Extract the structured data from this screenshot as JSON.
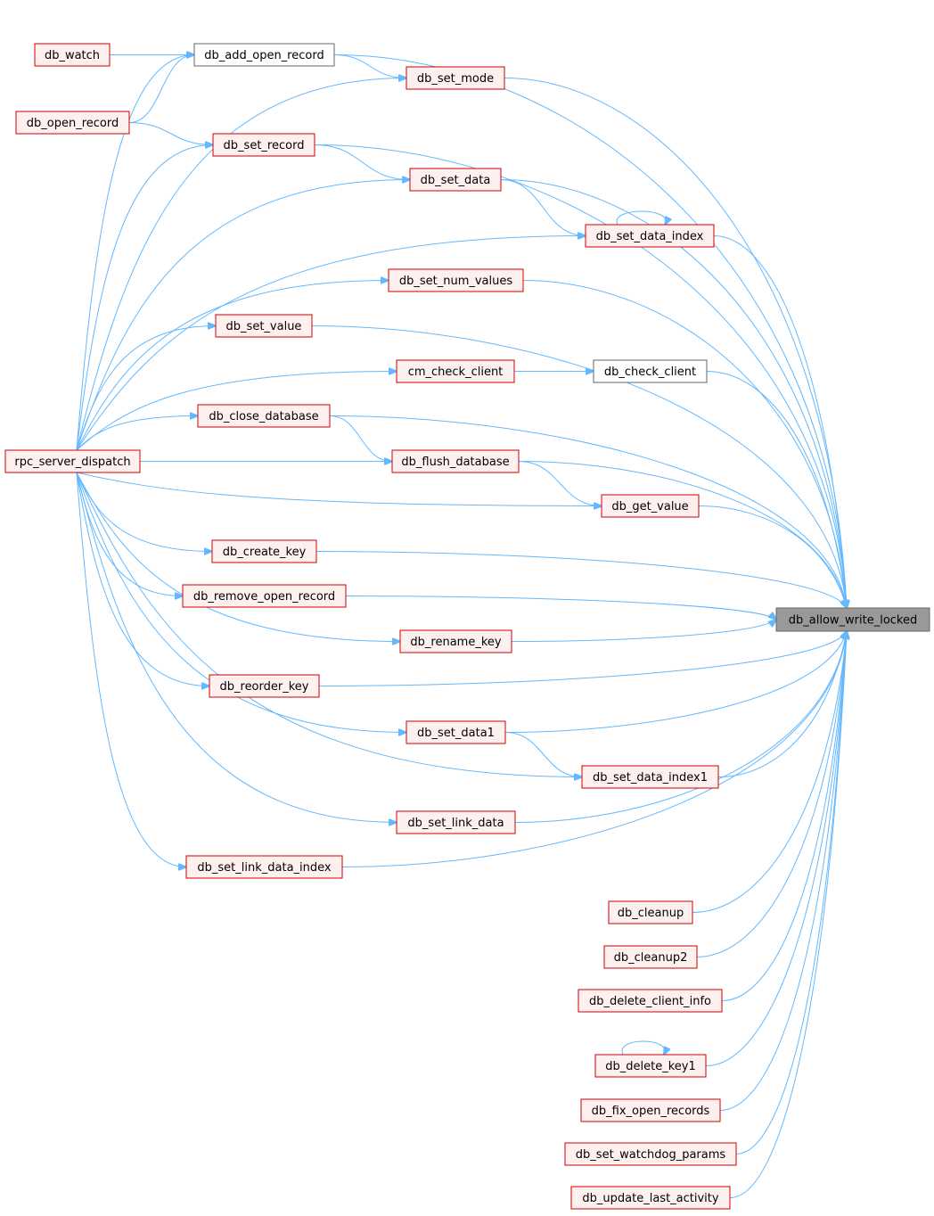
{
  "colors": {
    "edge": "#63b8ff",
    "red_border": "#cc0000",
    "red_fill": "#fff0f0",
    "gray_border": "#666666",
    "white_fill": "#ffffff",
    "focus_fill": "#999999",
    "focus_border": "#666666"
  },
  "nodes": [
    {
      "id": "db_watch",
      "label": "db_watch",
      "style": "red"
    },
    {
      "id": "db_open_record",
      "label": "db_open_record",
      "style": "red"
    },
    {
      "id": "rpc_server_dispatch",
      "label": "rpc_server_dispatch",
      "style": "red"
    },
    {
      "id": "db_add_open_record",
      "label": "db_add_open_record",
      "style": "gray"
    },
    {
      "id": "db_set_record",
      "label": "db_set_record",
      "style": "red"
    },
    {
      "id": "db_set_value",
      "label": "db_set_value",
      "style": "red"
    },
    {
      "id": "db_close_database",
      "label": "db_close_database",
      "style": "red"
    },
    {
      "id": "db_create_key",
      "label": "db_create_key",
      "style": "red"
    },
    {
      "id": "db_remove_open_record",
      "label": "db_remove_open_record",
      "style": "red"
    },
    {
      "id": "db_reorder_key",
      "label": "db_reorder_key",
      "style": "red"
    },
    {
      "id": "db_set_link_data_index",
      "label": "db_set_link_data_index",
      "style": "red"
    },
    {
      "id": "db_set_mode",
      "label": "db_set_mode",
      "style": "red"
    },
    {
      "id": "db_set_data",
      "label": "db_set_data",
      "style": "red"
    },
    {
      "id": "db_set_num_values",
      "label": "db_set_num_values",
      "style": "red"
    },
    {
      "id": "cm_check_client",
      "label": "cm_check_client",
      "style": "red"
    },
    {
      "id": "db_flush_database",
      "label": "db_flush_database",
      "style": "red"
    },
    {
      "id": "db_rename_key",
      "label": "db_rename_key",
      "style": "red"
    },
    {
      "id": "db_set_data1",
      "label": "db_set_data1",
      "style": "red"
    },
    {
      "id": "db_set_link_data",
      "label": "db_set_link_data",
      "style": "red"
    },
    {
      "id": "db_set_data_index",
      "label": "db_set_data_index",
      "style": "red"
    },
    {
      "id": "db_check_client",
      "label": "db_check_client",
      "style": "gray"
    },
    {
      "id": "db_get_value",
      "label": "db_get_value",
      "style": "red"
    },
    {
      "id": "db_set_data_index1",
      "label": "db_set_data_index1",
      "style": "red"
    },
    {
      "id": "db_cleanup",
      "label": "db_cleanup",
      "style": "red"
    },
    {
      "id": "db_cleanup2",
      "label": "db_cleanup2",
      "style": "red"
    },
    {
      "id": "db_delete_client_info",
      "label": "db_delete_client_info",
      "style": "red"
    },
    {
      "id": "db_delete_key1",
      "label": "db_delete_key1",
      "style": "red"
    },
    {
      "id": "db_fix_open_records",
      "label": "db_fix_open_records",
      "style": "red"
    },
    {
      "id": "db_set_watchdog_params",
      "label": "db_set_watchdog_params",
      "style": "red"
    },
    {
      "id": "db_update_last_activity",
      "label": "db_update_last_activity",
      "style": "red"
    },
    {
      "id": "db_allow_write_locked",
      "label": "db_allow_write_locked",
      "style": "focus"
    }
  ],
  "edges": [
    {
      "from": "db_add_open_record",
      "to": "db_allow_write_locked"
    },
    {
      "from": "db_set_mode",
      "to": "db_allow_write_locked"
    },
    {
      "from": "db_set_record",
      "to": "db_allow_write_locked"
    },
    {
      "from": "db_set_data",
      "to": "db_allow_write_locked"
    },
    {
      "from": "db_set_data_index",
      "to": "db_allow_write_locked"
    },
    {
      "from": "db_set_num_values",
      "to": "db_allow_write_locked"
    },
    {
      "from": "db_set_value",
      "to": "db_allow_write_locked"
    },
    {
      "from": "db_check_client",
      "to": "db_allow_write_locked"
    },
    {
      "from": "db_close_database",
      "to": "db_allow_write_locked"
    },
    {
      "from": "db_flush_database",
      "to": "db_allow_write_locked"
    },
    {
      "from": "db_get_value",
      "to": "db_allow_write_locked"
    },
    {
      "from": "db_create_key",
      "to": "db_allow_write_locked"
    },
    {
      "from": "db_remove_open_record",
      "to": "db_allow_write_locked"
    },
    {
      "from": "db_rename_key",
      "to": "db_allow_write_locked"
    },
    {
      "from": "db_reorder_key",
      "to": "db_allow_write_locked"
    },
    {
      "from": "db_set_data1",
      "to": "db_allow_write_locked"
    },
    {
      "from": "db_set_data_index1",
      "to": "db_allow_write_locked"
    },
    {
      "from": "db_set_link_data",
      "to": "db_allow_write_locked"
    },
    {
      "from": "db_set_link_data_index",
      "to": "db_allow_write_locked"
    },
    {
      "from": "db_cleanup",
      "to": "db_allow_write_locked"
    },
    {
      "from": "db_cleanup2",
      "to": "db_allow_write_locked"
    },
    {
      "from": "db_delete_client_info",
      "to": "db_allow_write_locked"
    },
    {
      "from": "db_delete_key1",
      "to": "db_allow_write_locked"
    },
    {
      "from": "db_fix_open_records",
      "to": "db_allow_write_locked"
    },
    {
      "from": "db_set_watchdog_params",
      "to": "db_allow_write_locked"
    },
    {
      "from": "db_update_last_activity",
      "to": "db_allow_write_locked"
    },
    {
      "from": "db_watch",
      "to": "db_add_open_record"
    },
    {
      "from": "db_open_record",
      "to": "db_add_open_record"
    },
    {
      "from": "rpc_server_dispatch",
      "to": "db_add_open_record"
    },
    {
      "from": "db_add_open_record",
      "to": "db_set_mode"
    },
    {
      "from": "rpc_server_dispatch",
      "to": "db_set_mode"
    },
    {
      "from": "db_open_record",
      "to": "db_set_record"
    },
    {
      "from": "rpc_server_dispatch",
      "to": "db_set_record"
    },
    {
      "from": "db_set_record",
      "to": "db_set_data"
    },
    {
      "from": "rpc_server_dispatch",
      "to": "db_set_data"
    },
    {
      "from": "db_set_data",
      "to": "db_set_data_index"
    },
    {
      "from": "db_set_data_index",
      "to": "db_set_data_index"
    },
    {
      "from": "rpc_server_dispatch",
      "to": "db_set_data_index"
    },
    {
      "from": "rpc_server_dispatch",
      "to": "db_set_num_values"
    },
    {
      "from": "rpc_server_dispatch",
      "to": "db_set_value"
    },
    {
      "from": "rpc_server_dispatch",
      "to": "cm_check_client"
    },
    {
      "from": "cm_check_client",
      "to": "db_check_client"
    },
    {
      "from": "rpc_server_dispatch",
      "to": "db_close_database"
    },
    {
      "from": "db_close_database",
      "to": "db_flush_database"
    },
    {
      "from": "rpc_server_dispatch",
      "to": "db_flush_database"
    },
    {
      "from": "db_flush_database",
      "to": "db_get_value"
    },
    {
      "from": "rpc_server_dispatch",
      "to": "db_get_value"
    },
    {
      "from": "rpc_server_dispatch",
      "to": "db_create_key"
    },
    {
      "from": "rpc_server_dispatch",
      "to": "db_remove_open_record"
    },
    {
      "from": "rpc_server_dispatch",
      "to": "db_rename_key"
    },
    {
      "from": "rpc_server_dispatch",
      "to": "db_reorder_key"
    },
    {
      "from": "rpc_server_dispatch",
      "to": "db_set_data1"
    },
    {
      "from": "db_set_data1",
      "to": "db_set_data_index1"
    },
    {
      "from": "rpc_server_dispatch",
      "to": "db_set_data_index1"
    },
    {
      "from": "rpc_server_dispatch",
      "to": "db_set_link_data"
    },
    {
      "from": "rpc_server_dispatch",
      "to": "db_set_link_data_index"
    },
    {
      "from": "db_delete_key1",
      "to": "db_delete_key1"
    }
  ]
}
